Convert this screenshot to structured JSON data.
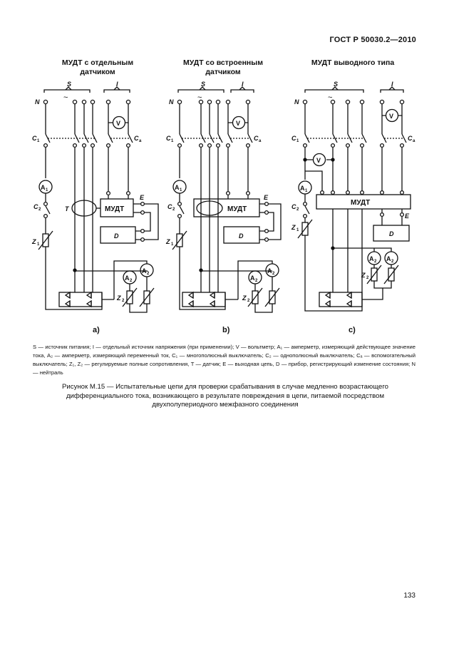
{
  "header": {
    "standard": "ГОСТ Р 50030.2—2010"
  },
  "diagrams": [
    {
      "title_line1": "МУДТ с отдельным",
      "title_line2": "датчиком",
      "label": "a)"
    },
    {
      "title_line1": "МУДТ со встроенным",
      "title_line2": "датчиком",
      "label": "b)"
    },
    {
      "title_line1": "МУДТ выводного типа",
      "title_line2": "",
      "label": "c)"
    }
  ],
  "symbols": {
    "supply": "S",
    "separate": "I",
    "neutral": "N",
    "c1": "C",
    "c1_sub": "1",
    "ca": "C",
    "ca_sub": "a",
    "c2": "C",
    "c2_sub": "2",
    "a1": "A",
    "a1_sub": "1",
    "a2": "A",
    "a2_sub": "2",
    "voltmeter": "V",
    "z1": "Z",
    "z1_sub": "1",
    "z2": "Z",
    "z2_sub": "2",
    "sensor": "T",
    "output": "E",
    "device": "D",
    "mudt": "МУДТ",
    "ac": "~"
  },
  "legend": {
    "line1": "S — источник питания; I — отдельный источник напряжения (при применении); V — вольтметр; A₁ — амперметр, измеряющий действующее значение тока, A₂ — амперметр, измеряющий переменный ток, C₁ — многополюсный выключатель; C₂ — однополюсный выключатель; Cₐ — вспомогательный выключатель; Z₁, Z₂ — регулируемые полные сопротивления, T — датчик; E — выходная цепь, D — прибор, регистрирующий изменение состояния; N — нейтраль"
  },
  "caption": {
    "text": "Рисунок М.15 — Испытательные цепи для проверки срабатывания в случае медленно возрастающего дифференциального тока, возникающего в результате повреждения в цепи, питаемой посредством двухполупериодного межфазного соединения"
  },
  "page_number": "133"
}
